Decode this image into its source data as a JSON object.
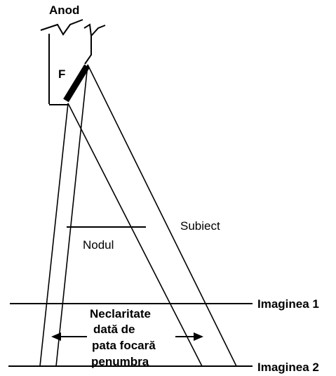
{
  "labels": {
    "anode": "Anod",
    "focal_spot": "F",
    "subject": "Subiect",
    "nodule": "Nodul",
    "image_plane_1": "Imaginea 1",
    "image_plane_2": "Imaginea 2",
    "blur_line_1": "Neclaritate",
    "blur_line_2": "dată de",
    "blur_line_3": "pata focară",
    "blur_line_4": "penumbra"
  }
}
